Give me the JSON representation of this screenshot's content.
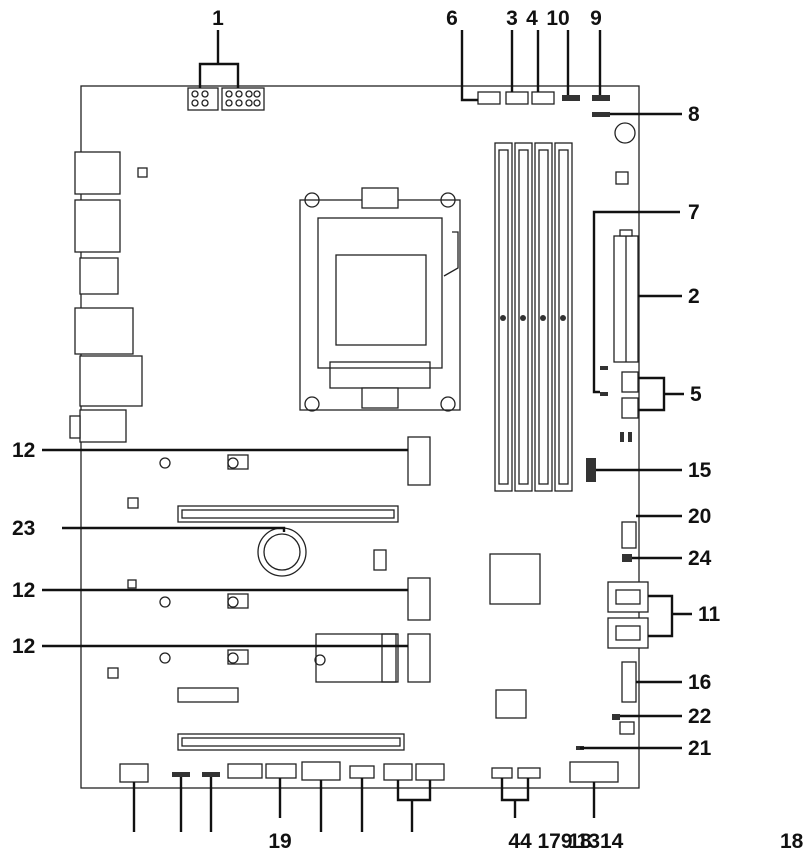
{
  "callouts": {
    "c1": "1",
    "c2": "2",
    "c3": "3",
    "c4": "4",
    "c5": "5",
    "c6": "6",
    "c7": "7",
    "c8": "8",
    "c9": "9",
    "c10": "10",
    "c11": "11",
    "c12a": "12",
    "c12b": "12",
    "c12c": "12",
    "c15": "15",
    "c16": "16",
    "c19": "19",
    "c20": "20",
    "c21": "21",
    "c22": "22",
    "c23": "23",
    "c24": "24",
    "c44": "44",
    "c179": "179",
    "c1314": "1314",
    "c18a": "18",
    "c18b": "18"
  }
}
